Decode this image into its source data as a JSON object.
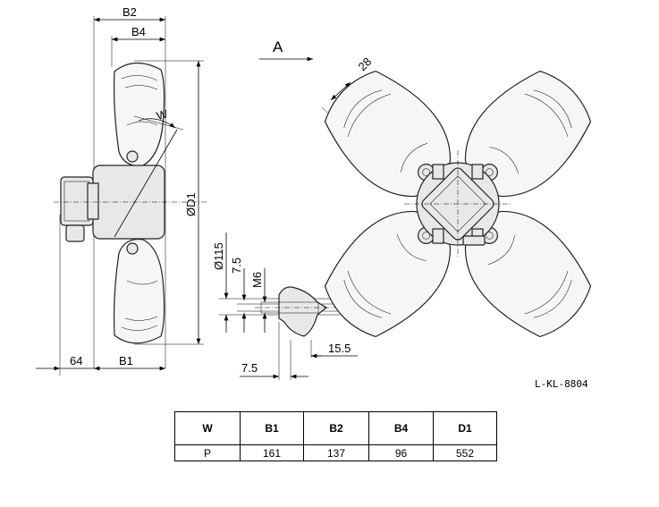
{
  "view_arrow_label": "A",
  "dimensions": {
    "b2": "B2",
    "b4": "B4",
    "w": "W",
    "d1": "ØD1",
    "d115": "Ø115",
    "d7_5_v": "7.5",
    "m6": "M6",
    "d15_5": "15.5",
    "d7_5_h": "7.5",
    "d64": "64",
    "b1": "B1",
    "d28": "28"
  },
  "drawing_number": "L-KL-8804",
  "spec_table": {
    "headers": [
      "W",
      "B1",
      "B2",
      "B4",
      "D1"
    ],
    "rows": [
      [
        "P",
        "161",
        "137",
        "96",
        "552"
      ]
    ]
  }
}
